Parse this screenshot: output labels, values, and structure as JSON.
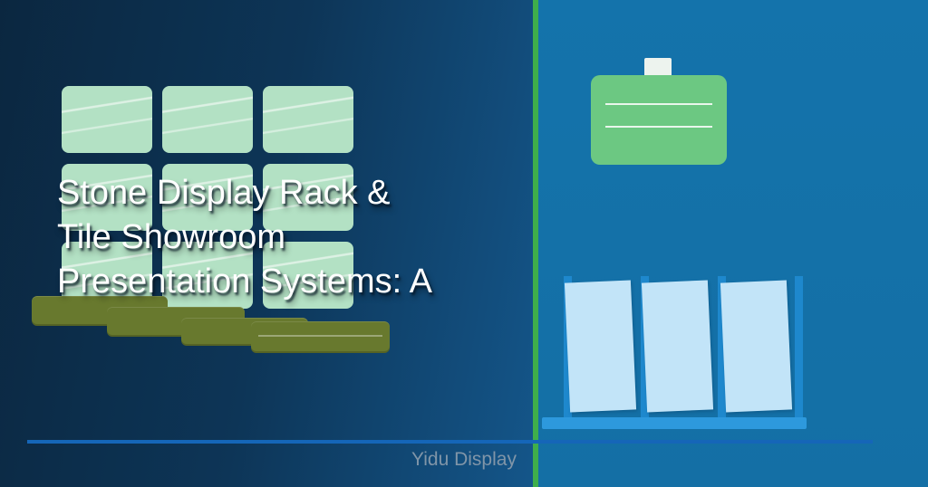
{
  "slide": {
    "title": "Stone Display Rack & Tile Showroom Presentation Systems: A",
    "title_lines": [
      "Stone Display Rack &",
      "Tile Showroom",
      "Presentation Systems: A"
    ],
    "brand": "Yidu Display"
  },
  "graphics": {
    "tile_grid": "3x3 grid of mint-green tile swatches with diagonal sheen lines",
    "stone_slabs": "four overlapping olive-green stone slab bars",
    "sample_board": "green hanging sample board with white clip tab and two lines",
    "display_rack": "four blue vertical posts holding three leaning light-blue tile panels on a blue base"
  },
  "colors": {
    "left_bg_dark": "#0b2740",
    "left_bg_mid": "#0d3557",
    "left_bg_light": "#14568a",
    "right_bg": "#1473ab",
    "divider_green": "#3fae4b",
    "tile_green": "#b3e1c4",
    "slab_olive": "#68792e",
    "board_green": "#6cc882",
    "board_tab": "#edf3ee",
    "board_line": "#e9f6ec",
    "rack_post": "#1e88cd",
    "rack_panel": "#c2e4f8",
    "rack_base": "#2d99dd",
    "rule_blue": "#1566b8",
    "brand_gray": "#8095a8",
    "title_white": "#ffffff"
  }
}
